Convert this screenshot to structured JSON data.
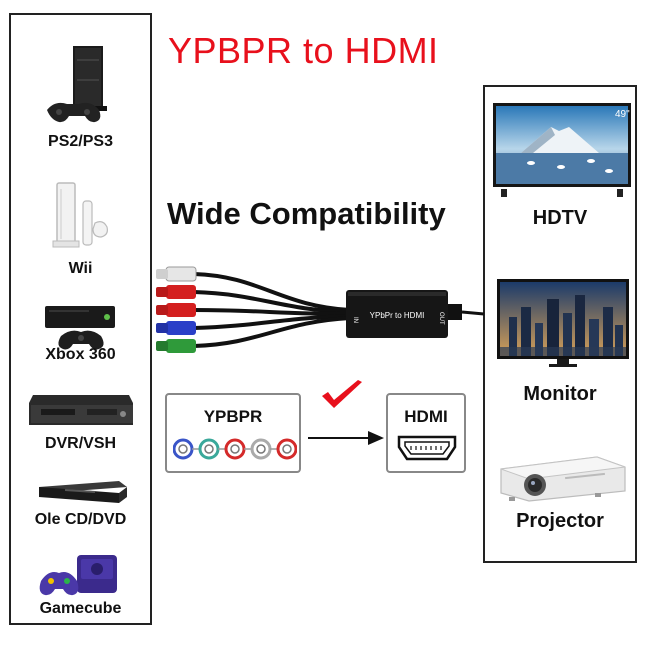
{
  "title": "YPBPR to HDMI",
  "subtitle": "Wide Compatibility",
  "sources": [
    {
      "label": "PS2/PS3",
      "icon": "game-console-icon"
    },
    {
      "label": "Wii",
      "icon": "wii-console-icon"
    },
    {
      "label": "Xbox 360",
      "icon": "xbox-console-icon"
    },
    {
      "label": "DVR/VSH",
      "icon": "vcr-player-icon"
    },
    {
      "label": "Ole CD/DVD",
      "icon": "dvd-player-icon"
    },
    {
      "label": "Gamecube",
      "icon": "gamecube-console-icon"
    }
  ],
  "outputs": [
    {
      "label": "HDTV",
      "icon": "hdtv-icon",
      "badge": "49\""
    },
    {
      "label": "Monitor",
      "icon": "monitor-icon"
    },
    {
      "label": "Projector",
      "icon": "projector-icon"
    }
  ],
  "adapter": {
    "label": "YPbPr to HDMI",
    "in_label": "IN",
    "out_label": "OUT"
  },
  "input_connector": {
    "label": "YPBPR",
    "jack_colors": [
      "#3a55c8",
      "#3aa89a",
      "#d42a2a",
      "#aaaaaa",
      "#d42a2a"
    ]
  },
  "output_connector": {
    "label": "HDMI"
  },
  "colors": {
    "title": "#e8101c",
    "check": "#e8101c",
    "cable_red": "#d41f1f",
    "cable_white": "#e8e8e8",
    "cable_blue": "#2a3fc8",
    "cable_green": "#2f9a3a"
  }
}
